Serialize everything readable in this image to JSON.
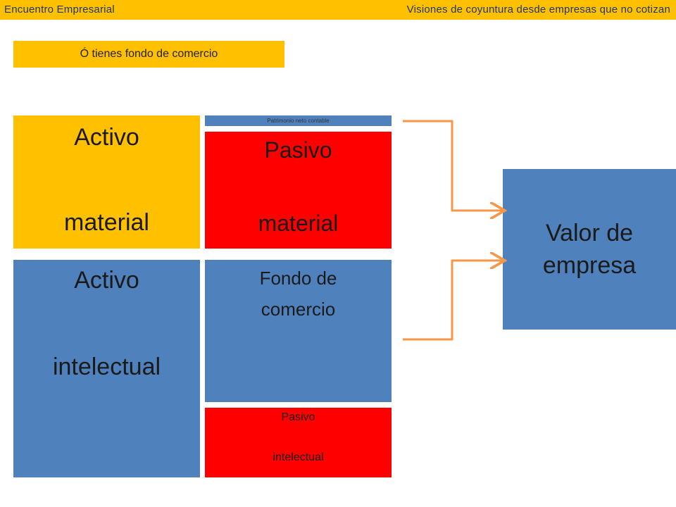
{
  "header": {
    "left_text": "Encuentro Empresarial",
    "right_text": "Visiones de coyuntura desde empresas que no cotizan"
  },
  "subtitle": "Ó tienes fondo de comercio",
  "left_column": {
    "activo_material": {
      "line1": "Activo",
      "line2": "material"
    },
    "activo_intelectual": {
      "line1": "Activo",
      "line2": "intelectual"
    }
  },
  "right_column": {
    "patrimonio": "Patrimonio neto contable",
    "pasivo_material": {
      "line1": "Pasivo",
      "line2": "material"
    },
    "fondo_comercio": {
      "line1": "Fondo de",
      "line2": "comercio"
    },
    "pasivo_intelectual": {
      "line1": "Pasivo",
      "line2": "intelectual"
    }
  },
  "result": {
    "line1": "Valor de",
    "line2": "empresa"
  },
  "colors": {
    "gold": "#FFC000",
    "blue": "#4F81BD",
    "red": "#FF0000",
    "arrow": "#F79646"
  }
}
